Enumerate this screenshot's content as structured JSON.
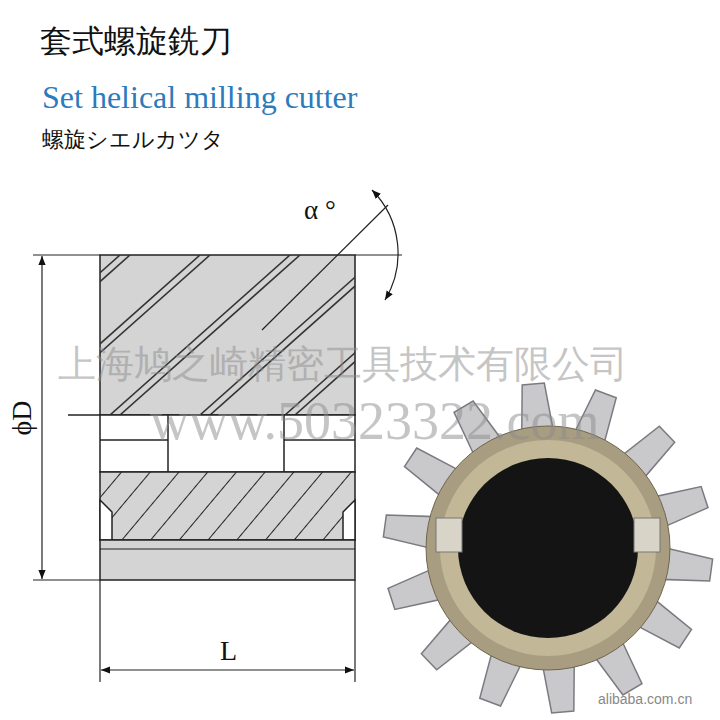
{
  "diagram": {
    "title": "套式螺旋銑刀",
    "labels": [
      "Set helical milling cutter",
      "螺旋シエルカツタ",
      "α °",
      "ϕD",
      "L",
      "上海鸠之崎精密工具技术有限公司",
      "www.50323322.com",
      "alibaba.com.cn"
    ]
  }
}
